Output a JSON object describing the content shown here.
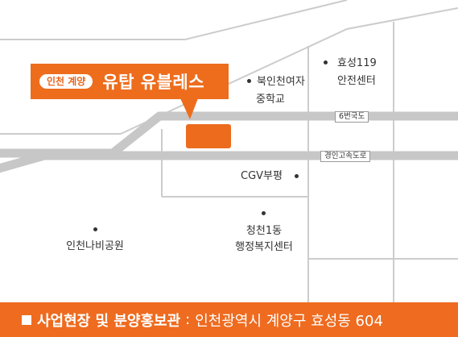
{
  "callout": {
    "tag": "인천 계양",
    "name": "유탑 유블레스"
  },
  "landmarks": {
    "hyoseong_center": {
      "line1": "효성119",
      "line2": "안전센터"
    },
    "bukincheon_school": {
      "line1": "북인천여자",
      "line2": "중학교"
    },
    "cgv": "CGV부평",
    "cheongcheon_center": {
      "line1": "청천1동",
      "line2": "행정복지센터"
    },
    "butterfly_park": "인천나비공원"
  },
  "roads": {
    "route6": "6번국도",
    "expressway": "경인고속도로"
  },
  "footer": {
    "label": "사업현장 및 분양홍보관",
    "separator": ":",
    "address": "인천광역시 계양구 효성동 604"
  },
  "colors": {
    "accent": "#ed6d1d",
    "road": "#c7c7c7",
    "street": "#cccccc"
  },
  "icons": {
    "landmark": "dot-marker",
    "footer_bullet": "white-square"
  }
}
